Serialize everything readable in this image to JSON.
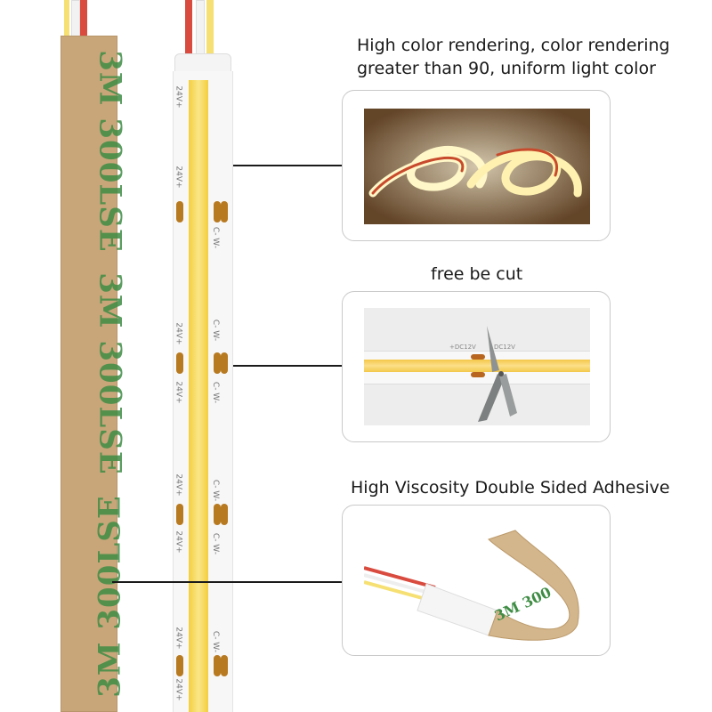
{
  "features": [
    {
      "caption_line1": "High color rendering, color rendering",
      "caption_line2": "greater than 90, uniform light color"
    },
    {
      "caption": "free be cut"
    },
    {
      "caption": "High Viscosity Double Sided Adhesive"
    }
  ],
  "tape": {
    "brand_text": "3M 300LSE"
  },
  "strip": {
    "voltage_label": "24V+",
    "channel_label": "C- W-"
  },
  "cut_photo": {
    "label_left": "+DC12V",
    "label_right": "DC12V"
  },
  "colors": {
    "led_yellow": "#f7d64a",
    "copper_pad": "#b87a20",
    "tape_backing": "#c8a67a",
    "tape_text": "#3f8d45"
  }
}
